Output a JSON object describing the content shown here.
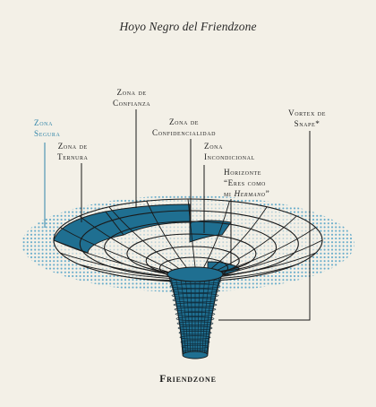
{
  "title": "Hoyo Negro del Friendzone",
  "bottom_label": "Friendzone",
  "labels": {
    "zona_segura": [
      "Zona",
      "Segura"
    ],
    "zona_ternura": [
      "Zona de",
      "Ternura"
    ],
    "zona_confianza": [
      "Zona de",
      "Confianza"
    ],
    "zona_confidencialidad": [
      "Zona de",
      "Confidencialidad"
    ],
    "zona_incondicional": [
      "Zona",
      "Incondicional"
    ],
    "horizonte": [
      "Horizonte",
      "“Eres como",
      "mi ",
      "Hermano",
      "”"
    ],
    "vortex": [
      "Vortex de",
      "Snape*"
    ]
  },
  "colors": {
    "background": "#f3f0e7",
    "accent_blue": "#1f6f91",
    "dots_blue": "#5aa6c8",
    "label_blue": "#2f84a8",
    "ink": "#1a1a1a"
  }
}
